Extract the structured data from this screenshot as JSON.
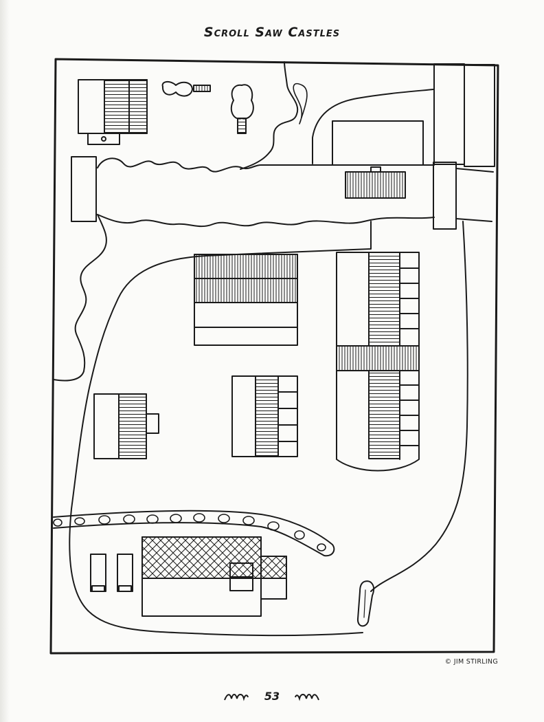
{
  "book_title": "Scroll Saw Castles",
  "copyright": "© JIM STIRLING",
  "page_number": "53",
  "line_color": "#1a1a1a",
  "paper_color": "#fbfbf9"
}
